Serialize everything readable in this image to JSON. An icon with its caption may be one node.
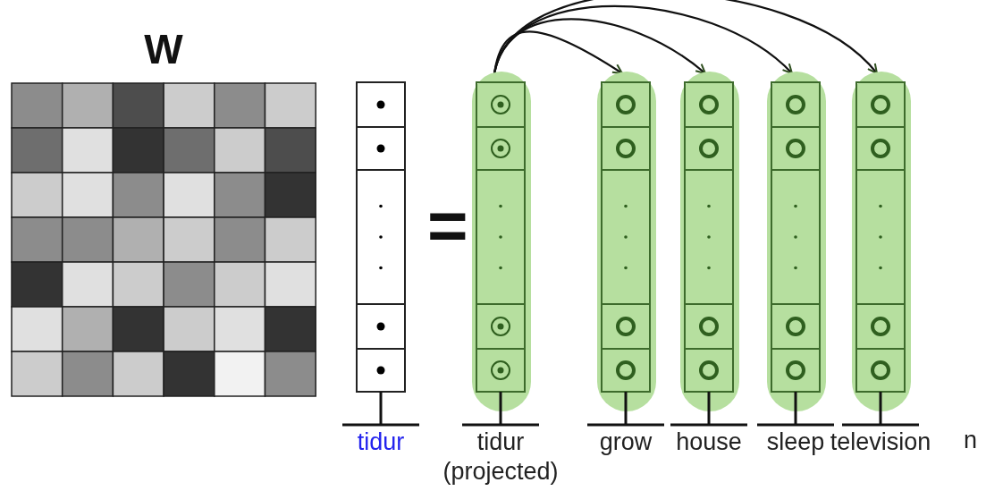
{
  "diagram": {
    "nodes": [
      {
        "text": [
          "W"
        ]
      },
      {
        "text": [
          "tidur"
        ]
      },
      {
        "text": [
          "tidur (projected)"
        ]
      },
      {
        "text": [
          "grow"
        ]
      },
      {
        "text": [
          "house"
        ]
      },
      {
        "text": [
          "sleep"
        ]
      },
      {
        "text": [
          "television"
        ]
      }
    ],
    "edges": [
      {
        "from": 2,
        "to": 3,
        "arrow": "to"
      },
      {
        "from": 2,
        "to": 4,
        "arrow": "to"
      },
      {
        "from": 2,
        "to": 5,
        "arrow": "to"
      },
      {
        "from": 2,
        "to": 6,
        "arrow": "to"
      }
    ],
    "labels": [
      "=",
      "n"
    ]
  }
}
